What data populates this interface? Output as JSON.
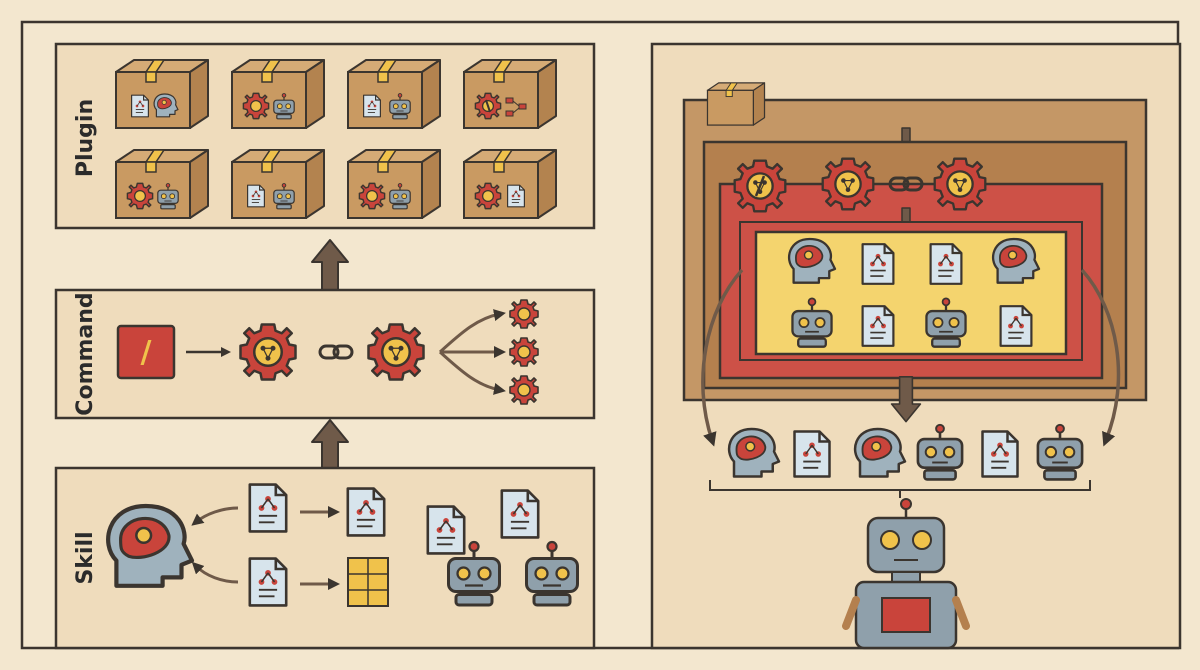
{
  "sections": {
    "plugin": {
      "label": "Plugin"
    },
    "command": {
      "label": "Command",
      "slash_symbol": "/"
    },
    "skill": {
      "label": "Skill"
    }
  },
  "colors": {
    "background": "#f3e7cf",
    "panel": "#efdcbc",
    "outline": "#3b352f",
    "box_cardboard": "#c99a62",
    "box_tape": "#f0c24b",
    "gear_red": "#c9443b",
    "gear_center": "#f0c24b",
    "doc_blue": "#d7e4ec",
    "robot_gray": "#8fa0ab",
    "head_blue": "#9fb2bd",
    "brain_red": "#c9443b",
    "layer_brown": "#c49766",
    "layer_dark": "#b4804e",
    "layer_red": "#cd5147",
    "layer_yellow": "#f4d46e",
    "arrow_brown": "#6f5a49"
  },
  "icons": {
    "plugin_boxes": [
      [
        "doc-icon",
        "head-icon"
      ],
      [
        "gear-icon",
        "robot-icon"
      ],
      [
        "doc-icon",
        "robot-icon"
      ],
      [
        "slash-gear-icon",
        "workflow-icon"
      ],
      [
        "gear-icon",
        "robot-icon"
      ],
      [
        "doc-icon",
        "robot-icon"
      ],
      [
        "gear-icon",
        "robot-icon"
      ],
      [
        "gear-icon",
        "doc-icon"
      ]
    ],
    "bundle_grid": [
      "head-icon",
      "doc-icon",
      "doc-icon",
      "head-icon",
      "robot-icon",
      "doc-icon",
      "robot-icon",
      "doc-icon"
    ],
    "bottom_row": [
      "head-icon",
      "doc-icon",
      "head-icon",
      "robot-icon",
      "doc-icon",
      "robot-icon"
    ]
  }
}
